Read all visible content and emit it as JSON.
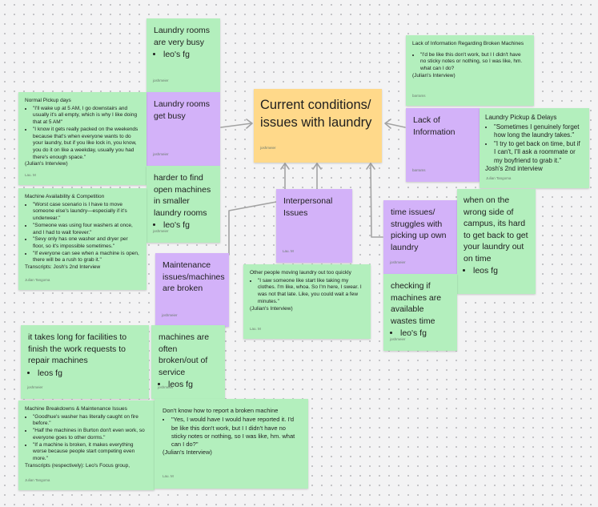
{
  "center_topic": {
    "title": "Current conditions/ issues with laundry",
    "author": "joshmeier"
  },
  "notes": {
    "busy_rooms": {
      "title": "Laundry rooms are very busy",
      "bullets": [
        "leo's fg"
      ],
      "author": "joshmeier"
    },
    "busy_category": {
      "title": "Laundry rooms get busy",
      "author": "joshmeier"
    },
    "normal_pickup": {
      "title": "Normal Pickup days",
      "bullets": [
        "\"I'll wake up at 5 AM, I go downstairs and usually it's all empty, which is why I like doing that at 5 AM\"",
        "\"I know it gets really packed on the weekends because that's when everyone wants to do your laundry, but if you like lock in, you know, you do it on like a weekday, usually you had there's enough space.\""
      ],
      "footer": "(Julian's Interview)",
      "author": "Lau. M"
    },
    "hard_to_find": {
      "title": "harder to find open machines in smaller laundry rooms",
      "bullets": [
        "leo's fg"
      ],
      "author": "joshmeier"
    },
    "availability": {
      "title": "Machine Availability & Competition",
      "bullets": [
        "\"Worst case scenario is I have to move someone else's laundry—especially if it's underwear.\"",
        "\"Someone was using four washers at once, and I had to wait forever.\"",
        "\"Sevy only has one washer and dryer per floor, so it's impossible sometimes.\"",
        "\"If everyone can see when a machine is open, there will be a rush to grab it.\""
      ],
      "footer": "Transcripts: Josh's 2nd Interview",
      "author": "Julian Tangoma"
    },
    "maintenance_category": {
      "title": "Maintenance issues/machines are broken",
      "author": "joshmeier"
    },
    "interpersonal_category": {
      "title": "Interpersonal Issues",
      "author": "Lau. M"
    },
    "moving_laundry": {
      "title": "Other people moving laundry out too quickly",
      "bullets": [
        "\"I saw someone like start like taking my clothes. I'm like, whoa. So I'm here, I swear. I was not that late. Like, you could wait a few minutes.\""
      ],
      "footer": "(Julian's Interview)",
      "author": "Lau. M"
    },
    "lack_info_quote": {
      "title": "Lack of Information Regarding Broken Machines",
      "bullets": [
        "\"I'd be like this don't work, but I I didn't have no sticky notes or nothing, so I was like, hm. what can I do?"
      ],
      "footer": "(Julian's Interview)",
      "author": "barrams"
    },
    "lack_info_category": {
      "title": "Lack of Information",
      "author": "barrams"
    },
    "pickup_delays": {
      "title": "Laundry Pickup & Delays",
      "bullets": [
        "\"Sometimes I genuinely forget how long the laundry takes.\"",
        "\"I try to get back on time, but if I can't, I'll ask a roommate or my boyfriend to grab it.\""
      ],
      "footer": "Josh's 2nd interview",
      "author": "Julian Tangoma"
    },
    "time_category": {
      "title": "time issues/ struggles with picking up own laundry",
      "author": "joshmeier"
    },
    "wrong_side": {
      "title": "when on the wrong side of campus, its hard to get back to get your laundry out on time",
      "bullets": [
        "leos fg"
      ]
    },
    "checking": {
      "title": "checking if machines are available wastes time",
      "bullets": [
        "leo's fg"
      ],
      "author": "joshmeier"
    },
    "facilities": {
      "title": "it takes long for facilities to finish the work requests to repair machines",
      "bullets": [
        "leos fg"
      ],
      "author": "joshmeier"
    },
    "often_broken": {
      "title": "machines are often broken/out of service",
      "bullets": [
        "leos fg"
      ],
      "author": "joshmeier"
    },
    "breakdowns": {
      "title": "Machine Breakdowns & Maintenance Issues",
      "bullets": [
        "\"Goodhue's washer has literally caught on fire before.\"",
        "\"Half the machines in Burton don't even work, so everyone goes to other dorms.\"",
        "\"If a machine is broken, it makes everything worse because people start competing even more.\""
      ],
      "footer": "Transcripts (respectively): Leo's Focus group,",
      "author": "Julian Tangoma"
    },
    "report_broken": {
      "title": "Don't know how to report a broken machine",
      "bullets": [
        "\"Yes, I would have I would have reported it. I'd be like this don't work, but I I didn't have no sticky notes or nothing, so I was like, hm. what can I do?\""
      ],
      "footer": "(Julian's Interview)",
      "author": "Lau. M"
    }
  },
  "colors": {
    "green_note": "#b3efbd",
    "purple_note": "#d3b2f9",
    "yellow_note": "#ffd98a",
    "connector": "#a3a3a3"
  }
}
